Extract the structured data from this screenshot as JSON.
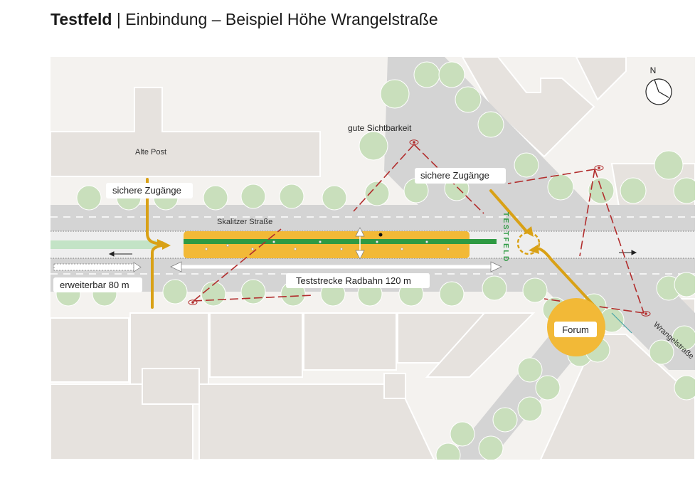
{
  "header": {
    "title_bold": "Testfeld",
    "separator": " | ",
    "title_rest": "Einbindung – Beispiel Höhe Wrangelstraße"
  },
  "compass": {
    "label": "N"
  },
  "labels": {
    "alte_post": "Alte Post",
    "gute_sichtbarkeit": "gute Sichtbarkeit",
    "sichere_zugaenge_left": "sichere Zugänge",
    "sichere_zugaenge_right": "sichere Zugänge",
    "skalitzer": "Skalitzer Straße",
    "teststrecke": "Teststrecke Radbahn 120 m",
    "erweiterbar": "erweiterbar 80 m",
    "forum": "Forum",
    "wrangel": "Wrangelstraße",
    "testfeld_vertical": "TESTFELD"
  },
  "colors": {
    "building": "#e6e2de",
    "building_stroke": "#ffffff",
    "street": "#d4d4d4",
    "tree": "#c9dfbc",
    "testfield_yellow": "#f2b937",
    "bike_green": "#2e9a43",
    "access_orange": "#d9a116",
    "sight_red": "#b22d2d",
    "light_green": "#c3e3c6"
  }
}
